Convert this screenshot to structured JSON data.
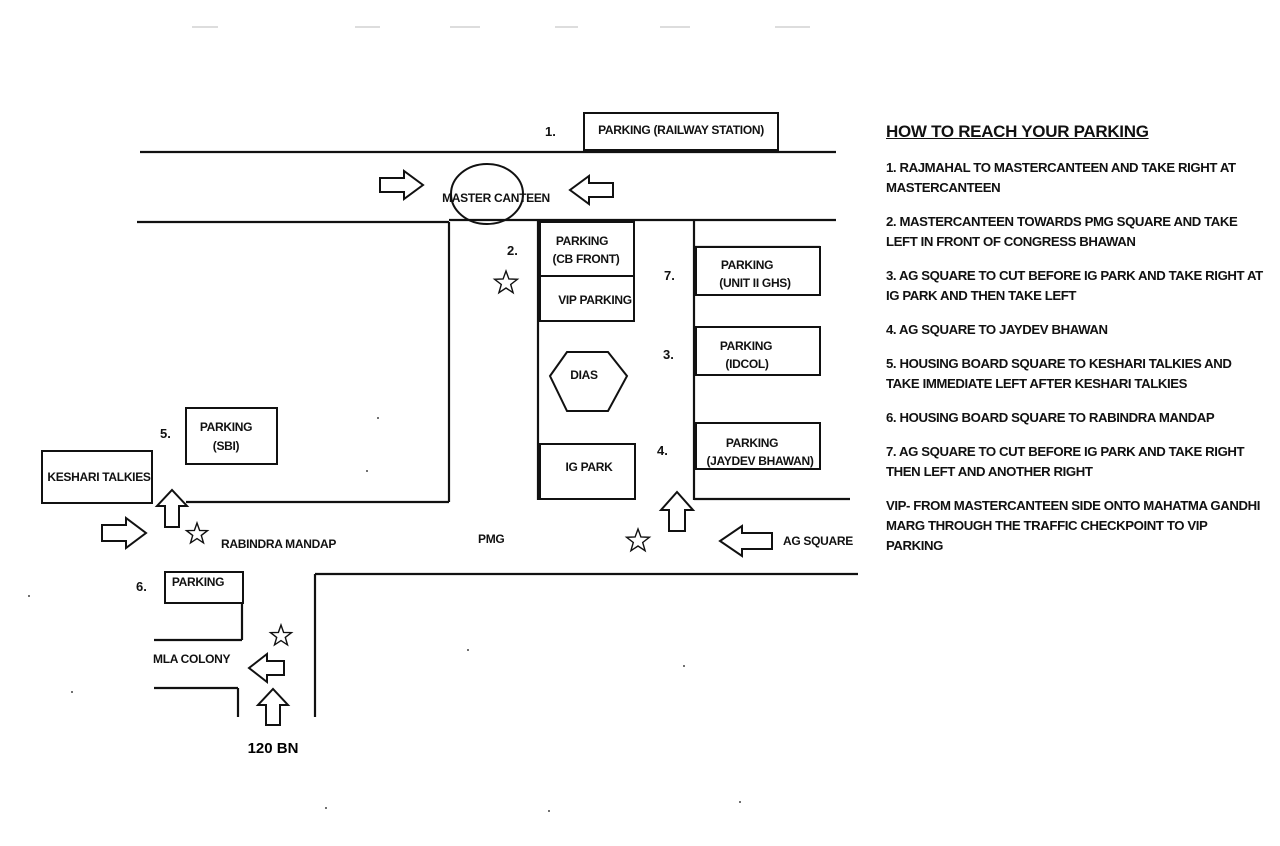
{
  "map": {
    "location_numbers": [
      "1.",
      "2.",
      "3.",
      "4.",
      "5.",
      "6.",
      "7."
    ],
    "parking_railway": "PARKING  (RAILWAY STATION)",
    "master_canteen": "MASTER CANTEEN",
    "parking_cb_front": [
      "PARKING",
      "(CB FRONT)"
    ],
    "vip_parking": "VIP PARKING",
    "dias": "DIAS",
    "ig_park": "IG PARK",
    "parking_unit2": [
      "PARKING",
      "(UNIT II GHS)"
    ],
    "parking_idcol": [
      "PARKING",
      "(IDCOL)"
    ],
    "parking_jaydev": [
      "PARKING",
      "(JAYDEV BHAWAN)"
    ],
    "parking_sbi": [
      "PARKING",
      "(SBI)"
    ],
    "keshari_talkies": "KESHARI TALKIES",
    "rabindra_mandap": "RABINDRA MANDAP",
    "pmg": "PMG",
    "ag_square": "AG SQUARE",
    "parking_6": "PARKING",
    "mla_colony": "MLA COLONY",
    "bn120": "120 BN"
  },
  "instructions": {
    "title": "HOW TO REACH YOUR PARKING",
    "steps": [
      "1. RAJMAHAL TO MASTERCANTEEN AND TAKE RIGHT AT MASTERCANTEEN",
      "2. MASTERCANTEEN TOWARDS PMG SQUARE AND TAKE LEFT IN FRONT OF CONGRESS BHAWAN",
      "3. AG SQUARE TO CUT BEFORE IG PARK AND TAKE RIGHT AT IG PARK AND THEN TAKE LEFT",
      "4. AG SQUARE TO JAYDEV BHAWAN",
      "5. HOUSING BOARD SQUARE TO KESHARI TALKIES AND TAKE IMMEDIATE LEFT AFTER KESHARI TALKIES",
      "6. HOUSING BOARD SQUARE TO RABINDRA MANDAP",
      "7.  AG SQUARE TO CUT BEFORE IG PARK AND TAKE RIGHT THEN LEFT AND ANOTHER RIGHT",
      "VIP- FROM MASTERCANTEEN SIDE ONTO MAHATMA GANDHI MARG THROUGH THE TRAFFIC CHECKPOINT TO VIP PARKING"
    ]
  }
}
